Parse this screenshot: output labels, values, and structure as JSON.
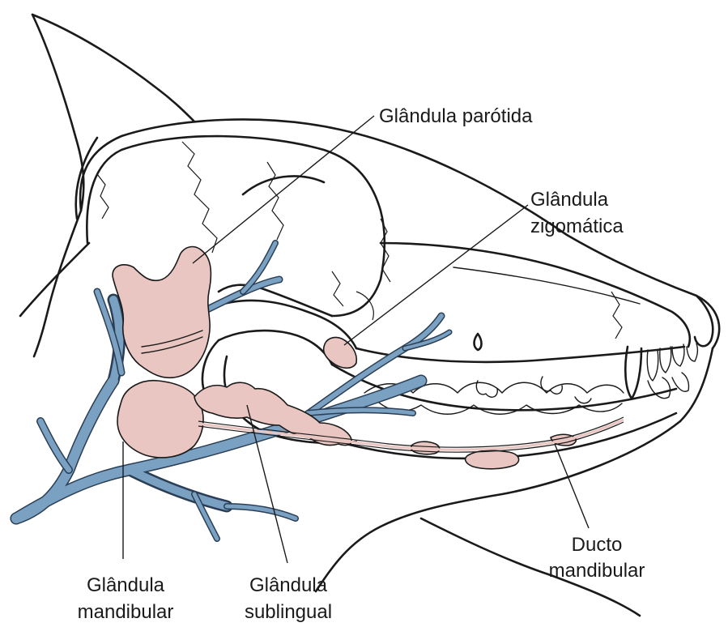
{
  "labels": {
    "parotid": "Glândula parótida",
    "zygomatic_line1": "Glândula",
    "zygomatic_line2": "zigomática",
    "duct_line1": "Ducto",
    "duct_line2": "mandibular",
    "mandibular_line1": "Glândula",
    "mandibular_line2": "mandibular",
    "sublingual_line1": "Glândula",
    "sublingual_line2": "sublingual"
  },
  "colors": {
    "gland": "#e9c6c2",
    "vessel": "#7aa0c2",
    "outline": "#1a1a1a"
  }
}
